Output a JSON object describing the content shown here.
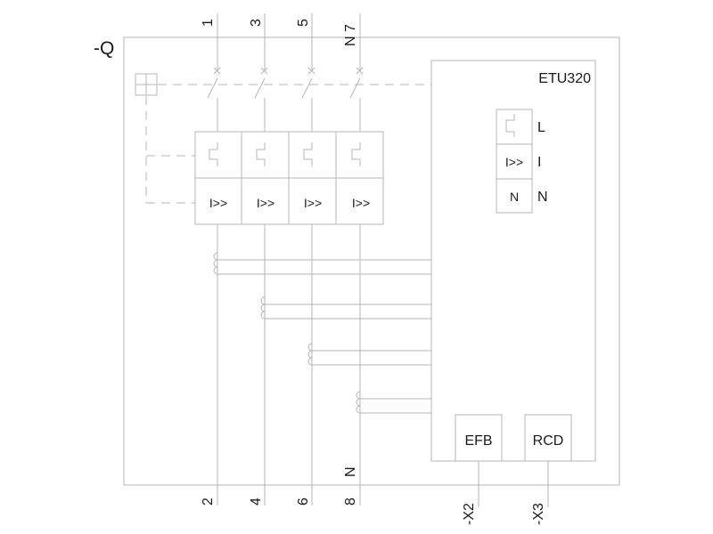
{
  "device_label": "-Q",
  "top_terminals": [
    "1",
    "3",
    "5",
    "N 7"
  ],
  "bottom_terminals": [
    "2",
    "4",
    "6",
    "8"
  ],
  "bottom_n_marker": "N",
  "trip_unit": {
    "name": "ETU320",
    "functions": [
      {
        "symbol": "",
        "label": "L"
      },
      {
        "symbol": "I>>",
        "label": "I"
      },
      {
        "symbol": "N",
        "label": "N"
      }
    ],
    "modules": [
      "EFB",
      "RCD"
    ],
    "module_terminals": [
      "-X2",
      "-X3"
    ]
  },
  "pole_release_symbols": [
    "I>>",
    "I>>",
    "I>>",
    "I>>"
  ]
}
